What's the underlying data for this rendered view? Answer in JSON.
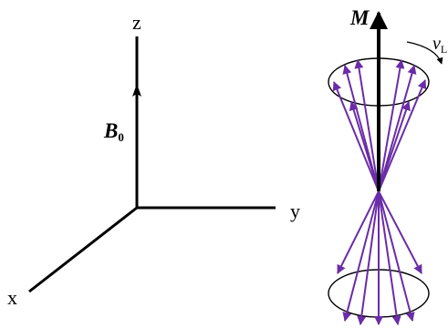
{
  "axes": {
    "z_label": "z",
    "y_label": "y",
    "x_label": "x"
  },
  "field": {
    "symbol": "B",
    "subscript": "0"
  },
  "magnetization": {
    "symbol": "M"
  },
  "precession": {
    "symbol": "ν",
    "subscript": "L"
  },
  "colors": {
    "axes": "#000000",
    "spin_vectors": "#6a2ca8",
    "cones": "#000000"
  }
}
